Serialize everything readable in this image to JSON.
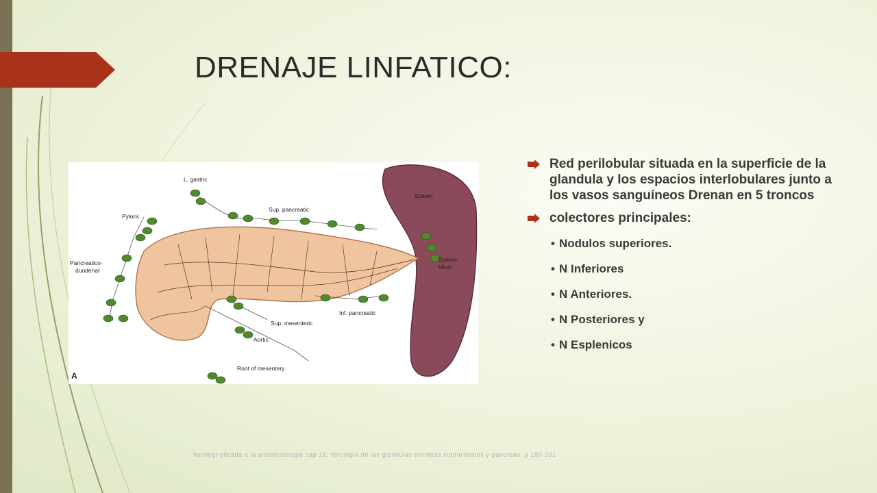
{
  "slide": {
    "title": "DRENAJE LINFATICO:",
    "bullets": [
      "Red perilobular situada en la superficie de la glandula y los espacios interlobulares junto a los vasos sanguíneos Drenan en 5 troncos",
      "colectores principales:"
    ],
    "sub_bullets": [
      "Nodulos superiores.",
      "N Inferiores",
      "N Anteriores.",
      "N Posteriores y",
      "N Esplenicos"
    ],
    "footer": "fisiologí plicada a la anestesiologia cap 16, fisiologia de las glandulas tiroideas suprarenales y pancreas, p 189-201"
  },
  "figure": {
    "labels": {
      "l_gastric": "L. gastric",
      "pyloric": "Pyloric",
      "sup_pancreatic": "Sup. pancreatic",
      "spleen": "Spleen",
      "pancreatico": "Pancreatico-",
      "duodenal": "duodenal",
      "splenic": "Splenic",
      "hilum": "hilum",
      "sup_mesenteric": "Sup. mesenteric",
      "inf_pancreatic": "Inf. pancreatic",
      "aortic": "Aortic",
      "root_mesentery": "Root of mesentery",
      "panel": "A"
    }
  },
  "colors": {
    "accent_arrow": "#a8321a",
    "left_bar": "#7a7254",
    "bullet_marker": "#a8321a",
    "pancreas": "#f1c4a0",
    "spleen": "#8a4a5a",
    "node": "#4f8a2e"
  }
}
